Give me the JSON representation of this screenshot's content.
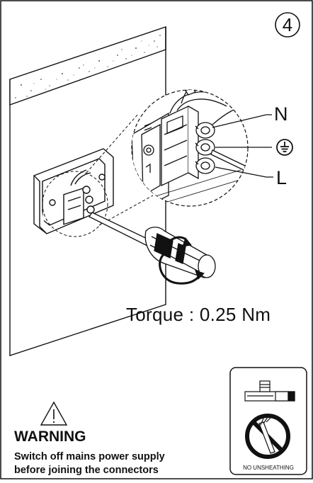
{
  "step_number": "4",
  "terminal_labels": {
    "neutral": "N",
    "earth": "earth-ground-symbol",
    "live": "L"
  },
  "torque_text": "Torque : 0.25 Nm",
  "warning": {
    "icon": "warning-triangle-icon",
    "title": "WARNING",
    "line1": "Switch off mains power supply",
    "line2": "before joining the connectors"
  },
  "sheathing_panel": {
    "label": "NO UNSHEATHING",
    "icon": "no-unsheathing-prohibition-icon"
  },
  "colors": {
    "line": "#111111",
    "background": "#ffffff"
  }
}
